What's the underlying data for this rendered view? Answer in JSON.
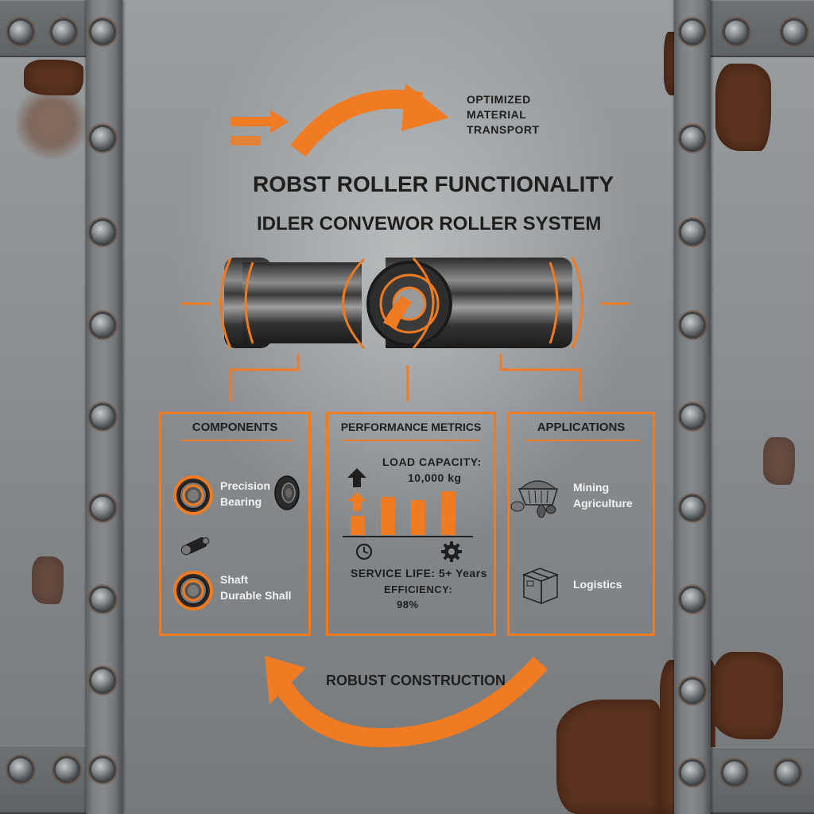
{
  "header": {
    "arrow_caption": [
      "OPTIMIZED",
      "MATERIAL",
      "TRANSPORT"
    ],
    "title": "ROBST ROLLER FUNCTIONALITY",
    "subtitle": "IDLER CONVEWOR ROLLER SYSTEM"
  },
  "panels": {
    "components": {
      "title": "COMPONENTS",
      "items": [
        {
          "icon": "bearing-ring-icon",
          "label_lines": [
            "Precision",
            "Bearing"
          ]
        },
        {
          "icon": "sealed-bearing-icon"
        },
        {
          "icon": "shaft-icon"
        },
        {
          "icon": "bearing-ring-icon",
          "label_lines": [
            "Shaft",
            "Durable Shall"
          ]
        }
      ]
    },
    "performance": {
      "title": "PERFORMANCE METRICS",
      "load_label": "LOAD CAPACITY:",
      "load_value": "10,000 kg",
      "service_life": "SERVICE LIFE: 5+ Years",
      "efficiency_label": "EFFICIENCY:",
      "efficiency_value": "98%",
      "icons": [
        "up-arrow-icon",
        "clock-icon",
        "gear-icon"
      ]
    },
    "applications": {
      "title": "APPLICATIONS",
      "items": [
        {
          "icon": "bulk-material-basket-icon",
          "label_lines": [
            "Mining",
            "Agriculture"
          ]
        },
        {
          "icon": "cardboard-box-icon",
          "label_lines": [
            "Logistics"
          ]
        }
      ]
    }
  },
  "footer": {
    "caption": "ROBUST CONSTRUCTION"
  },
  "colors": {
    "accent": "#f07b22",
    "text": "#1e1e1e",
    "metal": "#8c9093",
    "rust": "#5c3320"
  }
}
